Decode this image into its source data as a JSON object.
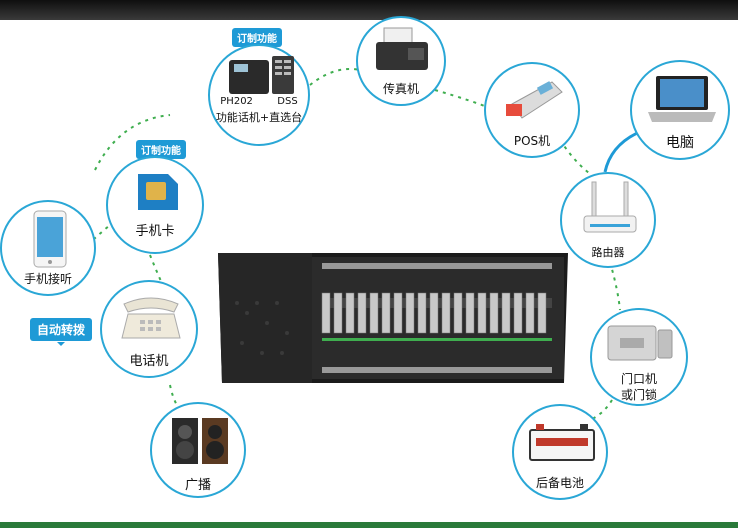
{
  "center": {
    "name": "cabinet-device"
  },
  "nodes": {
    "mobile_answer": {
      "label": "手机接听"
    },
    "sim_card": {
      "label": "手机卡",
      "badge": "订制功能"
    },
    "ph202": {
      "label_left": "PH202",
      "label_right": "DSS",
      "label_bottom": "功能话机+直选台",
      "badge": "订制功能"
    },
    "fax": {
      "label": "传真机"
    },
    "pos": {
      "label": "POS机"
    },
    "computer": {
      "label": "电脑"
    },
    "router": {
      "label": "路由器"
    },
    "door": {
      "label_line1": "门口机",
      "label_line2": "或门锁"
    },
    "battery": {
      "label": "后备电池"
    },
    "telephone": {
      "label": "电话机"
    },
    "auto_transfer": {
      "label": "自动转拨"
    },
    "broadcast": {
      "label": "广播"
    }
  },
  "colors": {
    "accent": "#2aa7d6",
    "badge": "#1e9ad6",
    "dash": "#3fae4f",
    "arrow": "#1e9ad6"
  }
}
